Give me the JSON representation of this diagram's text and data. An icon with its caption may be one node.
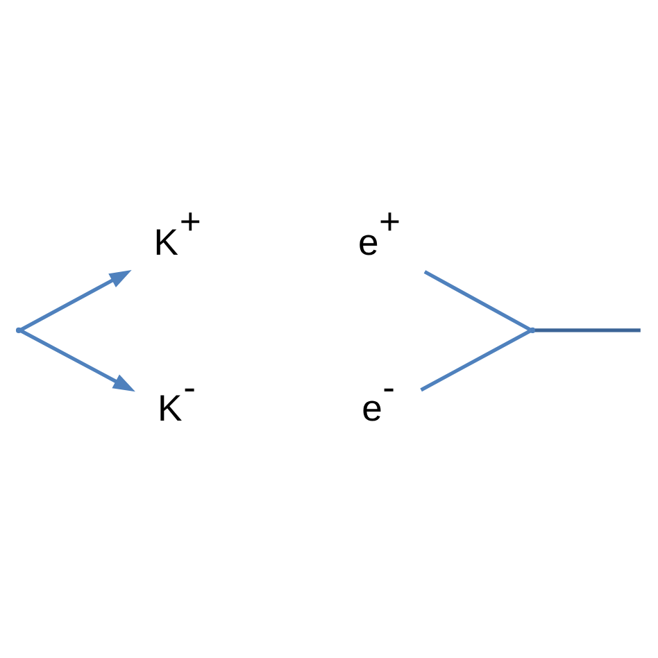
{
  "diagram": {
    "nodes": [
      {
        "text": [],
        "shape": "point"
      },
      {
        "text": [
          "K$^{+}$"
        ]
      },
      {
        "text": [
          "K$^{-}$"
        ]
      },
      {
        "text": [
          "e$^{+}$"
        ]
      },
      {
        "text": [
          "e$^{-}$"
        ]
      },
      {
        "text": [],
        "shape": "point"
      }
    ],
    "edges": [
      {
        "from": 0,
        "to": 1,
        "arrow": "to"
      },
      {
        "from": 0,
        "to": 2,
        "arrow": "to"
      },
      {
        "from": 3,
        "to": 5,
        "arrow": "none"
      },
      {
        "from": 4,
        "to": 5,
        "arrow": "none"
      },
      {
        "from": 5,
        "to": null,
        "arrow": "none",
        "color": "#3b6496"
      }
    ]
  }
}
